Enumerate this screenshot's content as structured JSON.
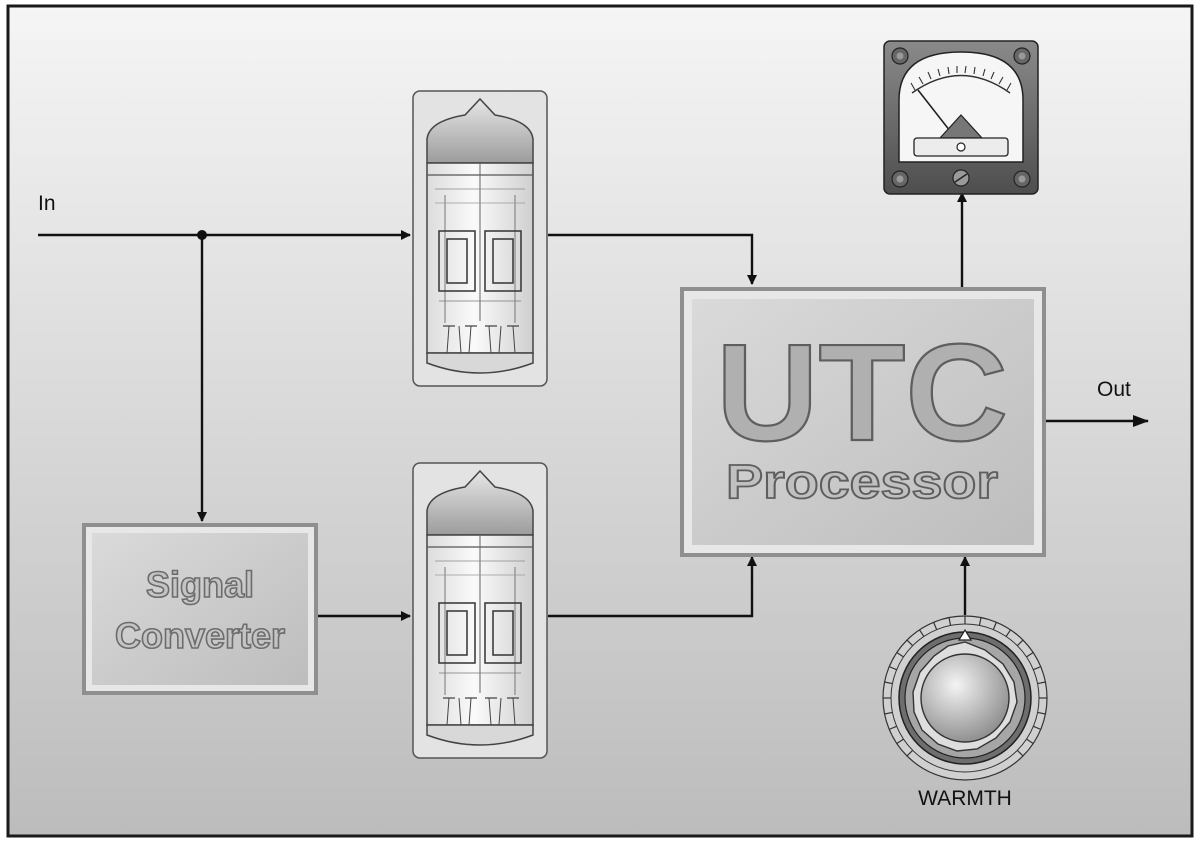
{
  "labels": {
    "input": "In",
    "output": "Out",
    "converter_line1": "Signal",
    "converter_line2": "Converter",
    "processor_big": "UTC",
    "processor_small": "Processor",
    "knob": "WARMTH"
  },
  "icons": [
    "vacuum-tube-icon",
    "vu-meter-icon",
    "rotary-knob-icon"
  ],
  "colors": {
    "background_light": "#f4f4f4",
    "background_dark": "#bdbdbd",
    "line": "#111111",
    "box_face": "#c9c9c9"
  }
}
